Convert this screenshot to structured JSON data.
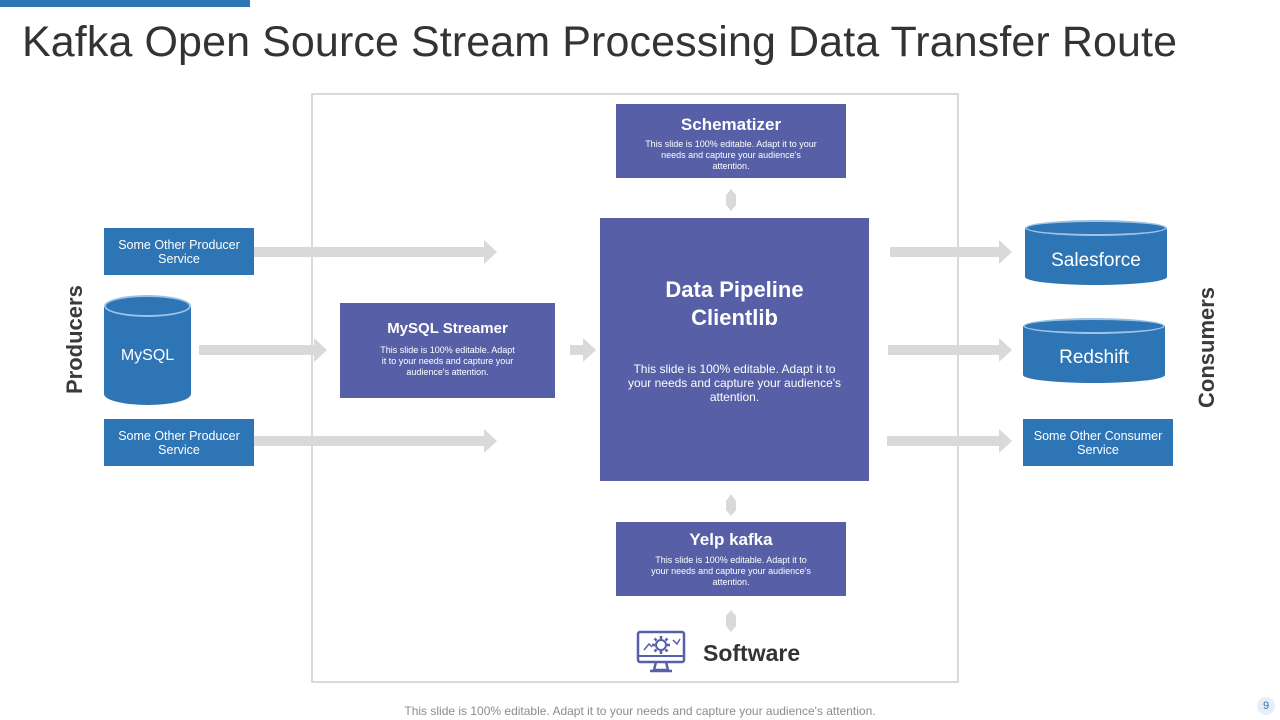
{
  "title": "Kafka Open Source Stream Processing Data Transfer Route",
  "side_labels": {
    "producers": "Producers",
    "consumers": "Consumers"
  },
  "producers": {
    "service_top": "Some Other Producer Service",
    "mysql": "MySQL",
    "service_bottom": "Some Other Producer Service"
  },
  "mysql_streamer": {
    "heading": "MySQL Streamer",
    "desc": "This slide is 100% editable. Adapt it to your needs and capture your audience's attention."
  },
  "schematizer": {
    "heading": "Schematizer",
    "desc": "This slide is 100% editable. Adapt it to your needs and capture your audience's attention."
  },
  "pipeline": {
    "heading": "Data Pipeline Clientlib",
    "desc": "This slide is 100% editable. Adapt it to your needs and capture your audience's attention."
  },
  "yelp_kafka": {
    "heading": "Yelp kafka",
    "desc": "This slide is 100% editable. Adapt it to your needs and capture your audience's attention."
  },
  "software": {
    "label": "Software",
    "icon": "monitor-gear-icon"
  },
  "consumers": {
    "salesforce": "Salesforce",
    "redshift": "Redshift",
    "service": "Some Other Consumer Service"
  },
  "footer": "This slide is 100% editable. Adapt it to your needs and capture your audience's attention.",
  "page_number": "9",
  "colors": {
    "blue": "#2e75b6",
    "purple": "#575fa7",
    "arrow": "#d9d9d9"
  }
}
